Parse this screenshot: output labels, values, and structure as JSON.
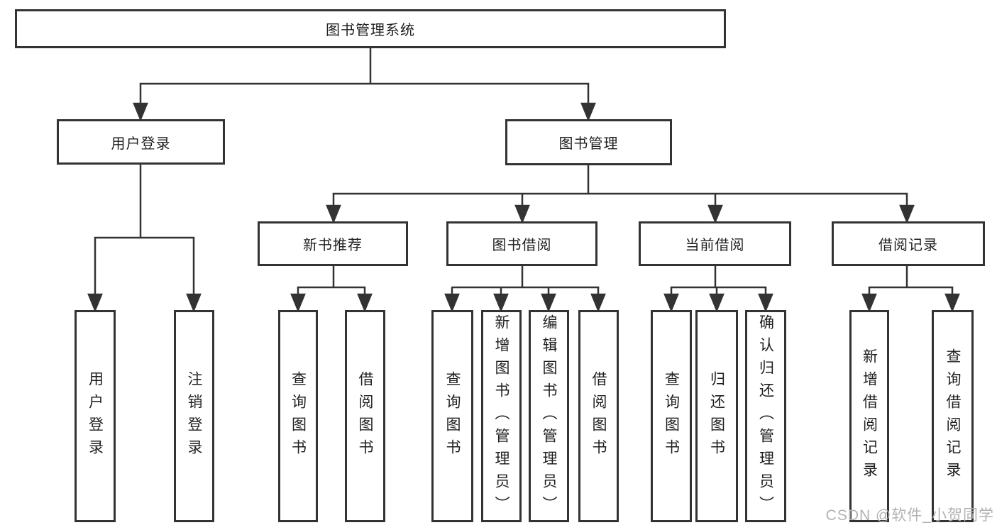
{
  "title_box": {
    "label": "图书管理系统"
  },
  "branches": [
    {
      "label": "用户登录",
      "leaves": [
        "用户登录",
        "注销登录"
      ]
    },
    {
      "label": "图书管理",
      "groups": [
        {
          "label": "新书推荐",
          "leaves": [
            "查询图书",
            "借阅图书"
          ]
        },
        {
          "label": "图书借阅",
          "leaves": [
            "查询图书",
            "新增图书（管理员）",
            "编辑图书（管理员）",
            "借阅图书"
          ]
        },
        {
          "label": "当前借阅",
          "leaves": [
            "查询图书",
            "归还图书",
            "确认归还（管理员）"
          ]
        },
        {
          "label": "借阅记录",
          "leaves": [
            "新增借阅记录",
            "查询借阅记录"
          ]
        }
      ]
    }
  ],
  "watermark": {
    "text": "CSDN @软件_小贺同学"
  },
  "colors": {
    "line": "#333333",
    "text": "#1f1f1f",
    "watermark": "#b2b2b2"
  }
}
